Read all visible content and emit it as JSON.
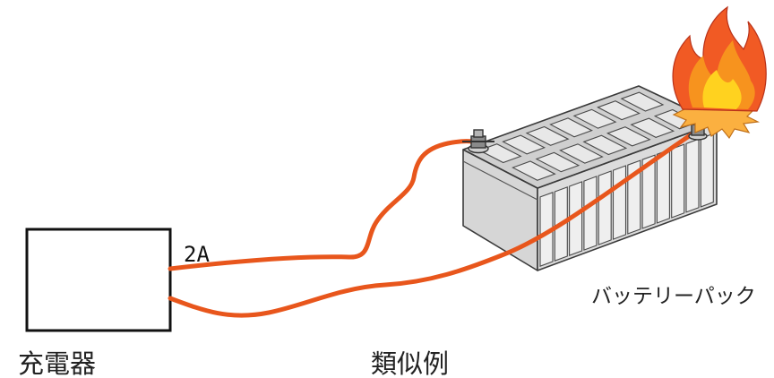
{
  "labels": {
    "charger": "充電器",
    "current": "2A",
    "battery_pack": "バッテリーパック",
    "caption": "類似例"
  },
  "icons": {
    "fire": "flame-icon"
  },
  "colors": {
    "cable": "#e8561c",
    "flame_outer": "#f15a24",
    "flame_inner": "#f7931e",
    "flame_core": "#ffd21f",
    "flame_burst": "#fbb040",
    "battery_body": "#e3e3e3"
  }
}
